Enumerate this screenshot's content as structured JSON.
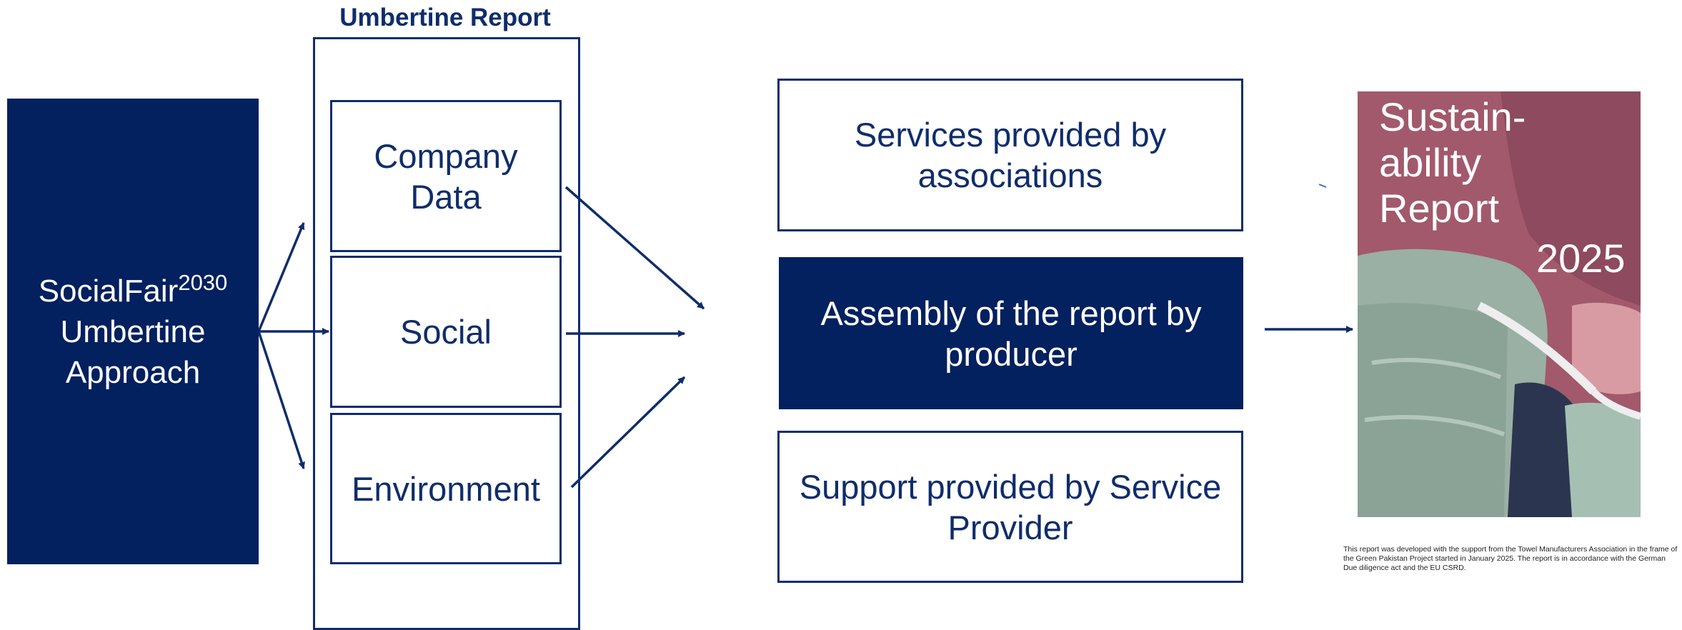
{
  "colors": {
    "navy": "#03205f",
    "text_navy": "#0f2d6b",
    "white": "#ffffff"
  },
  "approach": {
    "name": "SocialFair",
    "superscript": "2030",
    "line2": "Umbertine",
    "line3": "Approach"
  },
  "umbertine_report": {
    "title": "Umbertine Report",
    "categories": [
      {
        "line1": "Company",
        "line2": "Data"
      },
      {
        "line1": "Social",
        "line2": ""
      },
      {
        "line1": "Environment",
        "line2": ""
      }
    ]
  },
  "services": [
    {
      "line1": "Services provided by",
      "line2": "associations"
    },
    {
      "line1": "Assembly of the report by",
      "line2": "producer"
    },
    {
      "line1": "Support provided by Service",
      "line2": "Provider"
    }
  ],
  "report_cover": {
    "line1": "Sustain-",
    "line2": "ability",
    "line3": "Report",
    "year": "2025"
  },
  "footnote": "This report was developed with the support from the Towel Manufacturers Association in the frame of the Green Pakistan Project started in January 2025. The report is in accordance with the German Due diligence act and the EU CSRD."
}
